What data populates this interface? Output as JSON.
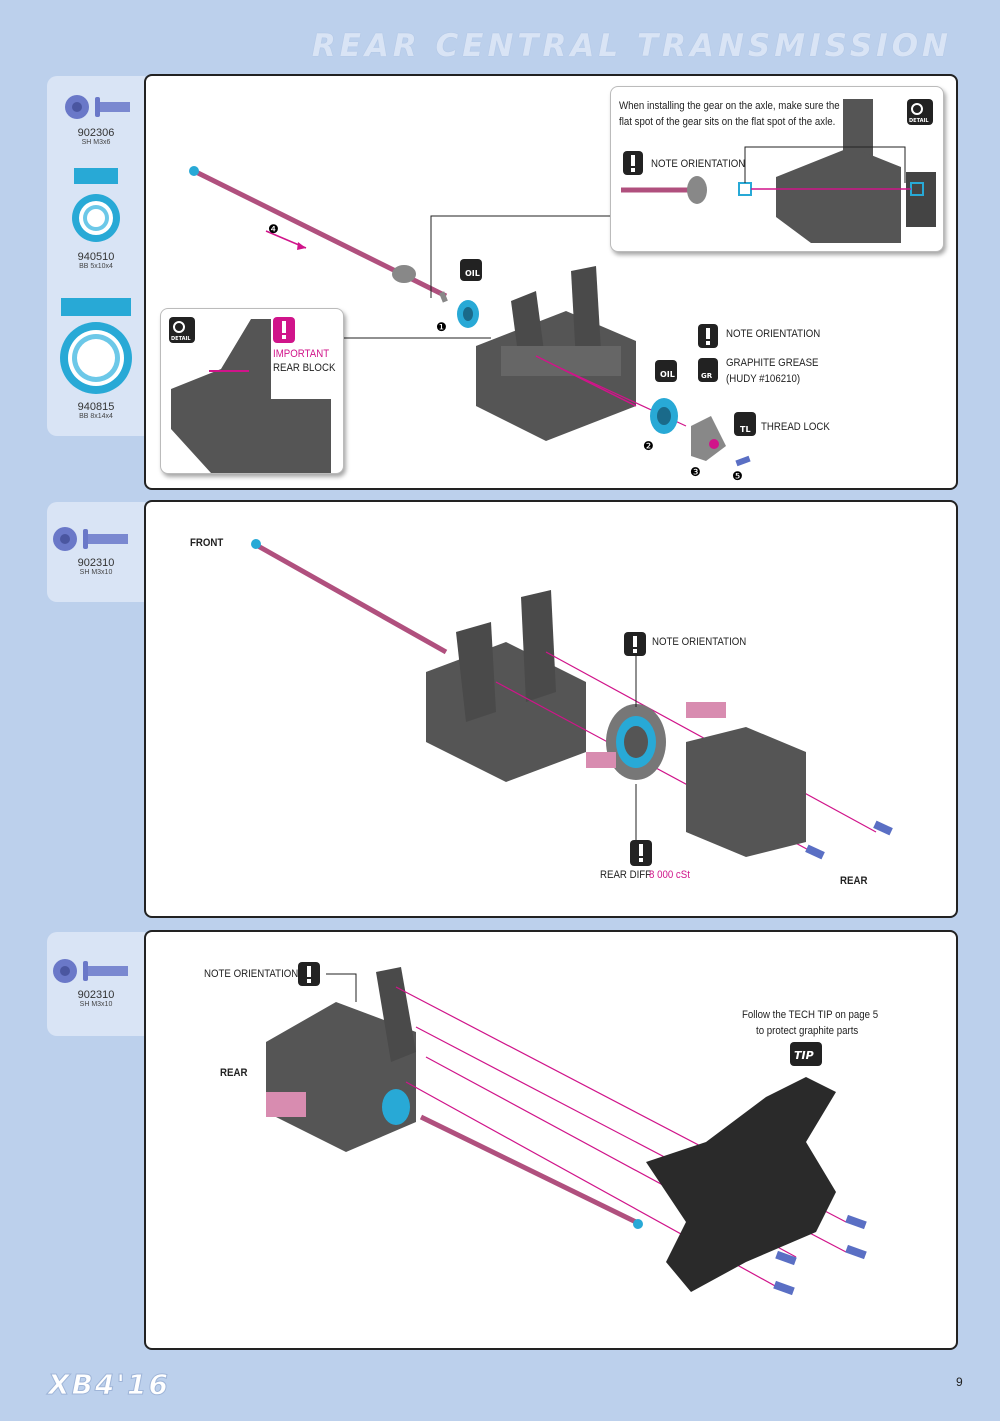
{
  "title": "REAR CENTRAL TRANSMISSION",
  "brand": "XB4'16",
  "page_number": "9",
  "step1": {
    "parts": [
      {
        "code": "902306",
        "desc": "SH M3x6"
      },
      {
        "code": "940510",
        "desc": "BB 5x10x4"
      },
      {
        "code": "940815",
        "desc": "BB 8x14x4"
      }
    ],
    "detail_note": "When installing the gear on the axle, make sure the flat spot of the gear sits on the flat spot of the axle.",
    "detail_note_line1": "When installing the gear on the axle, make sure the",
    "detail_note_line2": "flat spot of the gear sits on the flat spot of the axle.",
    "note_orientation": "NOTE ORIENTATION",
    "important": "IMPORTANT",
    "rear_block": "REAR BLOCK",
    "graphite_grease": "GRAPHITE GREASE",
    "hudy": "(HUDY #106210)",
    "thread_lock": "THREAD LOCK",
    "oil": "OIL",
    "detail": "DETAIL",
    "gr": "GR",
    "tl": "TL",
    "numbers": [
      "❶",
      "❷",
      "❸",
      "❹",
      "❺"
    ]
  },
  "step2": {
    "parts": [
      {
        "code": "902310",
        "desc": "SH M3x10"
      }
    ],
    "front": "FRONT",
    "rear": "REAR",
    "note_orientation": "NOTE ORIENTATION",
    "rear_diff": "REAR DIFF",
    "diff_oil": "8 000 cSt"
  },
  "step3": {
    "parts": [
      {
        "code": "902310",
        "desc": "SH M3x10"
      }
    ],
    "note_orientation": "NOTE ORIENTATION",
    "rear": "REAR",
    "tech_tip_line1": "Follow the TECH TIP on page 5",
    "tech_tip_line2": "to protect graphite parts",
    "tip": "TIP"
  },
  "colors": {
    "background": "#bcd0ec",
    "accent_pink": "#d0148a",
    "bearing_blue": "#28a9d6",
    "screw_blue": "#5a6fc4"
  }
}
